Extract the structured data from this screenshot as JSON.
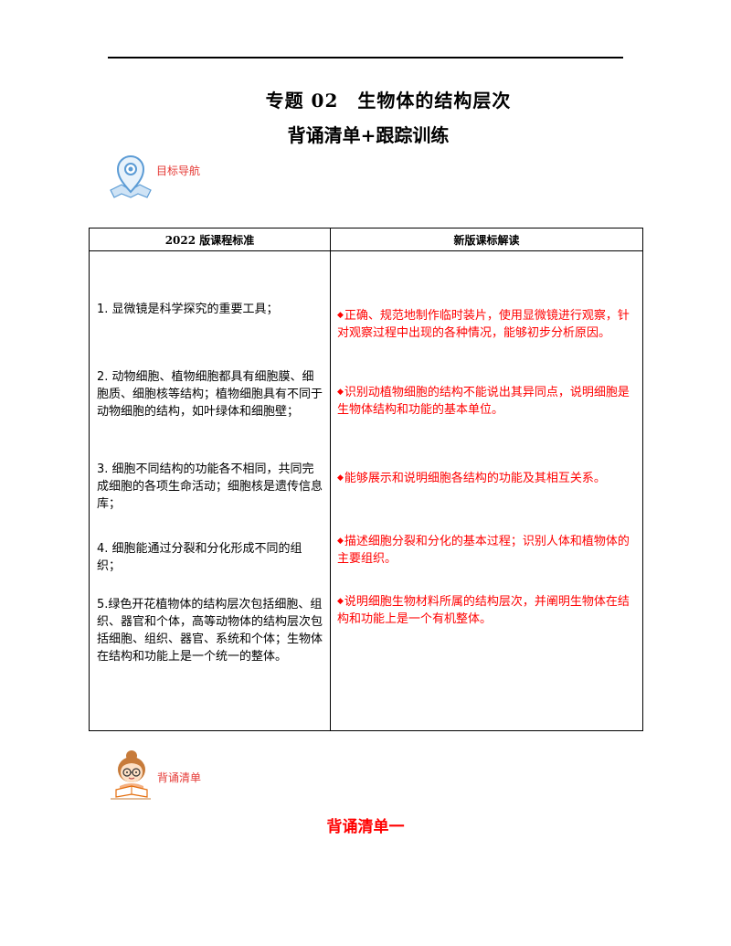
{
  "header": {
    "title_line1": "专题 02　生物体的结构层次",
    "title_line2": "背诵清单+跟踪训练"
  },
  "nav": {
    "label": "目标导航",
    "icon": "map-pin-icon"
  },
  "table": {
    "headers": [
      "2022 版课程标准",
      "新版课标解读"
    ],
    "standards": [
      "1.  显微镜是科学探究的重要工具；",
      "2.  动物细胞、植物细胞都具有细胞膜、细胞质、细胞核等结构；植物细胞具有不同于动物细胞的结构，如叶绿体和细胞壁；",
      "3.  细胞不同结构的功能各不相同，共同完成细胞的各项生命活动；细胞核是遗传信息库；",
      "4.  细胞能通过分裂和分化形成不同的组织；",
      "5.绿色开花植物体的结构层次包括细胞、组织、器官和个体，高等动物体的结构层次包括细胞、组织、器官、系统和个体；生物体在结构和功能上是一个统一的整体。"
    ],
    "interpretations": [
      "正确、规范地制作临时装片，使用显微镜进行观察，针对观察过程中出现的各种情况，能够初步分析原因。",
      "识别动植物细胞的结构不能说出其异同点，说明细胞是生物体结构和功能的基本单位。",
      "能够展示和说明细胞各结构的功能及其相互关系。",
      "描述细胞分裂和分化的基本过程；识别人体和植物体的主要组织。",
      "说明细胞生物材料所属的结构层次，并阐明生物体在结构和功能上是一个有机整体。"
    ],
    "bullet": "◆"
  },
  "recite": {
    "label": "背诵清单",
    "icon": "girl-reading-icon",
    "section_title": "背诵清单一"
  },
  "colors": {
    "accent_red": "#ff0000",
    "icon_blue": "#5b9bd5"
  }
}
